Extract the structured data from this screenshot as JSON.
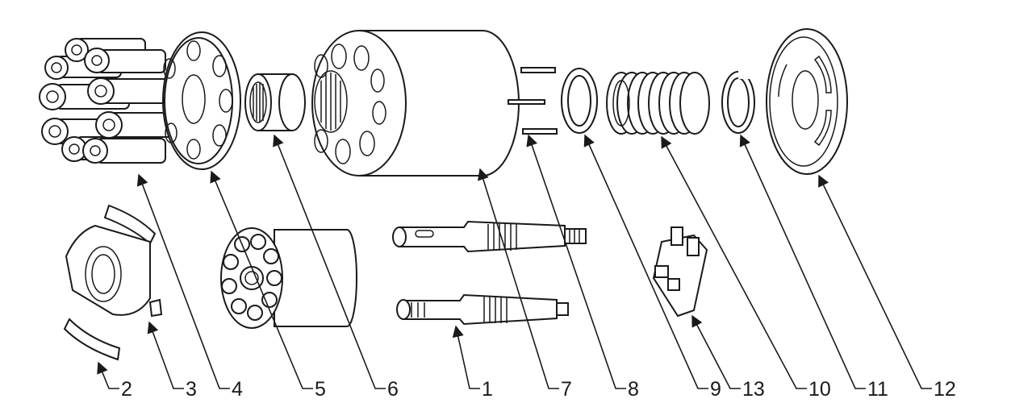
{
  "diagram": {
    "callouts": [
      {
        "id": "2",
        "label": "2"
      },
      {
        "id": "3",
        "label": "3"
      },
      {
        "id": "4",
        "label": "4"
      },
      {
        "id": "5",
        "label": "5"
      },
      {
        "id": "6",
        "label": "6"
      },
      {
        "id": "1",
        "label": "1"
      },
      {
        "id": "7",
        "label": "7"
      },
      {
        "id": "8",
        "label": "8"
      },
      {
        "id": "9",
        "label": "9"
      },
      {
        "id": "13",
        "label": "13"
      },
      {
        "id": "10",
        "label": "10"
      },
      {
        "id": "11",
        "label": "11"
      },
      {
        "id": "12",
        "label": "12"
      }
    ]
  }
}
